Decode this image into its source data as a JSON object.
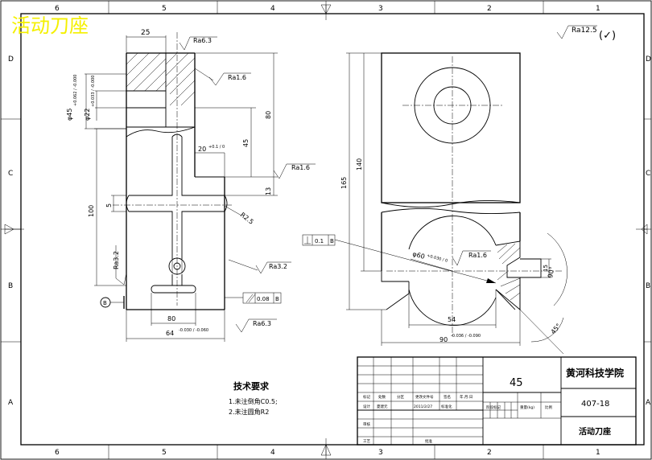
{
  "stamp_title": "活动刀座",
  "border_numbers": {
    "top": [
      "6",
      "5",
      "4",
      "3",
      "2",
      "1"
    ],
    "bottom": [
      "6",
      "5",
      "4",
      "3",
      "2",
      "1"
    ],
    "left": [
      "D",
      "C",
      "B",
      "A"
    ],
    "right": [
      "D",
      "C",
      "B",
      "A"
    ]
  },
  "general_roughness": "Ra12.5",
  "general_roughness_mark": "(✓)",
  "left_view": {
    "dim_25": "25",
    "ra_top": "Ra6.3",
    "ra_1": "Ra1.6",
    "dim_phi45": "φ45",
    "dim_phi45_tol": "+0.062 / -0.000",
    "dim_phi22": "φ22",
    "dim_phi22_tol": "+0.033 / -0.000",
    "dim_80_vert": "80",
    "dim_45": "45",
    "dim_20": "20",
    "dim_20_tol": "+0.1 / 0",
    "ra_2": "Ra1.6",
    "dim_13": "13",
    "dim_100": "100",
    "dim_5": "5",
    "dim_r2_5": "R2.5",
    "ra_left": "Ra3.2",
    "ra_right": "Ra3.2",
    "datum_b": "B",
    "parallel_tol": "0.08",
    "parallel_datum": "B",
    "dim_80_horiz": "80",
    "dim_64": "64",
    "dim_64_tol": "-0.030 / -0.060",
    "ra_bottom": "Ra6.3"
  },
  "right_view": {
    "dim_165": "165",
    "dim_140": "140",
    "perp_tol": "0.1",
    "perp_datum": "B",
    "dim_phi60": "φ60",
    "dim_phi60_tol": "+0.030 / 0",
    "ra_center": "Ra1.6",
    "dim_54": "54",
    "dim_90": "90",
    "dim_90_tol": "-0.036 / -0.090",
    "dim_15": "15",
    "angle_90": "90°",
    "angle_45": "45°"
  },
  "tech_requirements": {
    "title": "技术要求",
    "items": [
      "1.未注倒角C0.5;",
      "2.未注圆角R2"
    ]
  },
  "title_block": {
    "material": "45",
    "school": "黄河科技学院",
    "drawing_no": "407-18",
    "part_name": "活动刀座",
    "row_labels_1": [
      "标记",
      "处数",
      "分区",
      "更改文件号",
      "签名",
      "年.月.日"
    ],
    "row_labels_2": [
      "设计",
      "夏建元",
      "2011/2/27",
      "标准化"
    ],
    "stage_label": "阶段标记",
    "weight_label": "重量(kg)",
    "scale_label": "比例",
    "row_labels_3": [
      "审核"
    ],
    "row_labels_4": [
      "工艺",
      "批准"
    ]
  }
}
